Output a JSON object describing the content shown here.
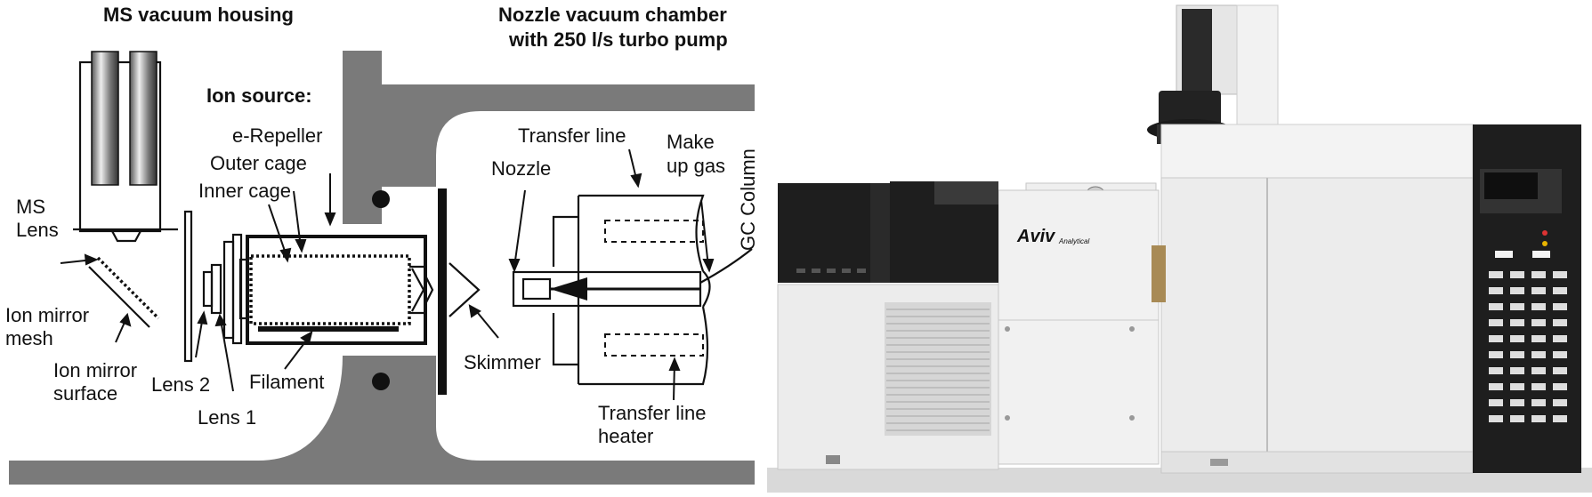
{
  "diagram": {
    "headings": {
      "ms_housing": "MS vacuum housing",
      "nozzle_chamber_line1": "Nozzle vacuum chamber",
      "nozzle_chamber_line2": "with 250 l/s turbo pump",
      "ion_source": "Ion source:"
    },
    "labels": {
      "e_repeller": "e-Repeller",
      "outer_cage": "Outer cage",
      "inner_cage": "Inner cage",
      "ms_lens_1": "MS",
      "ms_lens_2": "Lens",
      "ion_mirror_mesh_1": "Ion mirror",
      "ion_mirror_mesh_2": "mesh",
      "ion_mirror_surface_1": "Ion mirror",
      "ion_mirror_surface_2": "surface",
      "lens_2": "Lens 2",
      "lens_1": "Lens 1",
      "filament": "Filament",
      "skimmer": "Skimmer",
      "nozzle": "Nozzle",
      "transfer_line": "Transfer line",
      "make_up_gas_1": "Make",
      "make_up_gas_2": "up gas",
      "gc_column": "GC Column",
      "transfer_line_heater_1": "Transfer line",
      "transfer_line_heater_2": "heater"
    }
  },
  "photo": {
    "brand_label": "Aviv",
    "brand_sub": "Analytical",
    "colors": {
      "instrument_white": "#eeeeee",
      "panel_black": "#1c1c1c",
      "housing_gray": "#6e6e6e"
    }
  }
}
